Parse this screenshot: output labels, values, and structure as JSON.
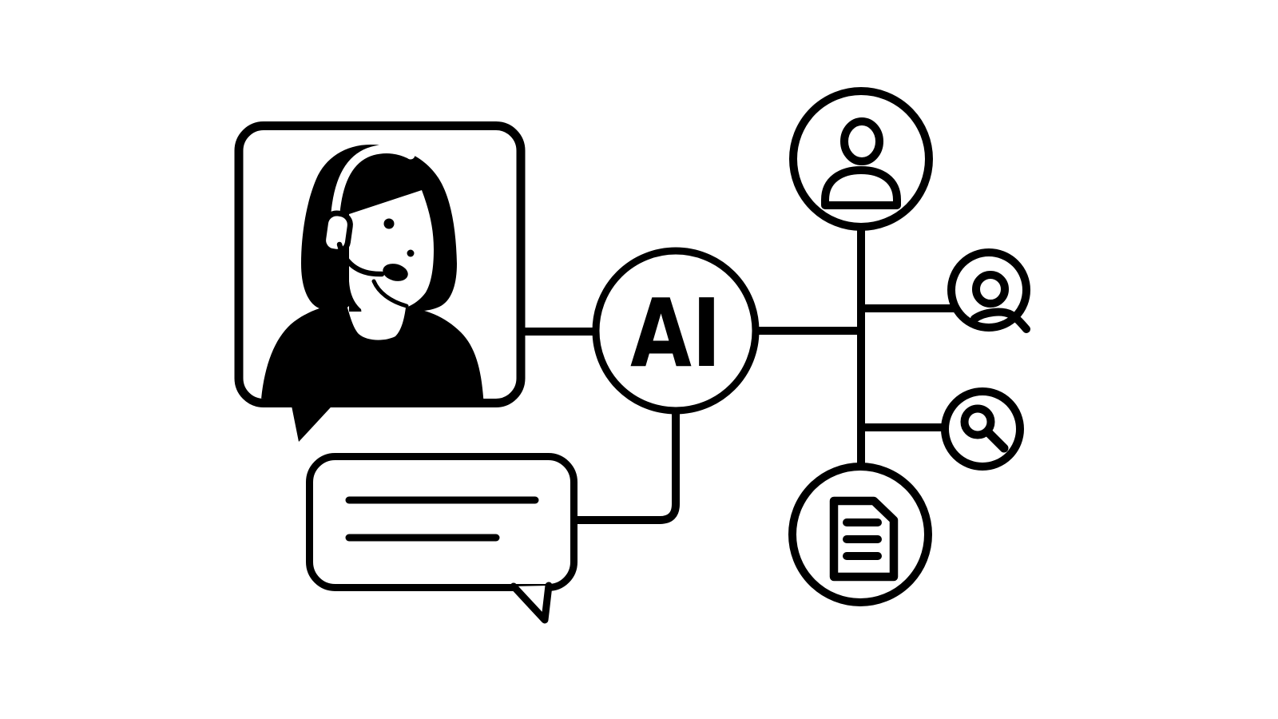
{
  "colors": {
    "ink": "#000000",
    "background": "#ffffff"
  },
  "diagram": {
    "ai_node": {
      "label": "AI"
    },
    "portrait": {
      "icon": "support-agent-headset-illustration",
      "frame": "rounded-square-speech-frame-with-tail"
    },
    "chat_bubble": {
      "icon": "chat-bubble-icon",
      "text_lines": 2
    },
    "resource_nodes": [
      {
        "id": "user",
        "icon": "user-icon",
        "size": "large"
      },
      {
        "id": "profile",
        "icon": "user-circle-icon",
        "size": "small"
      },
      {
        "id": "search",
        "icon": "magnifier-icon",
        "size": "small"
      },
      {
        "id": "document",
        "icon": "document-icon",
        "size": "large"
      }
    ]
  }
}
